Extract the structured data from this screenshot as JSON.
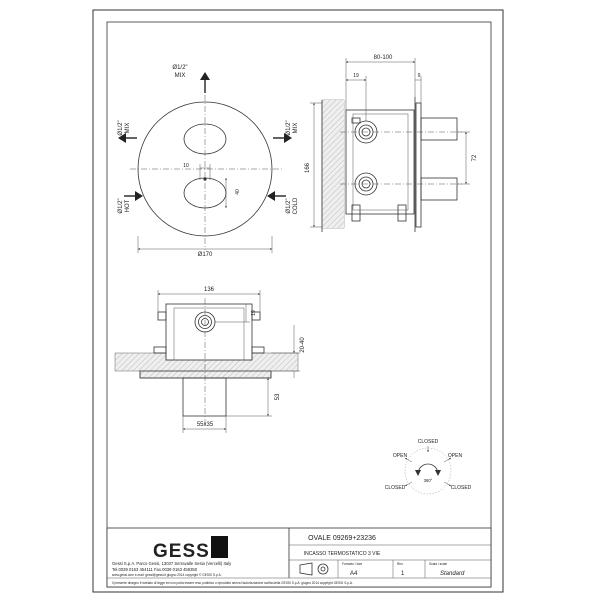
{
  "front_view": {
    "label_mix_top": [
      "Ø1/2\"",
      "MIX"
    ],
    "label_mix_left": [
      "Ø1/2\"",
      "MIX"
    ],
    "label_mix_right": [
      "Ø1/2\"",
      "MIX"
    ],
    "label_hot": [
      "Ø1/2\"",
      "HOT"
    ],
    "label_cold": [
      "Ø1/2\"",
      "COLD"
    ],
    "dim_10": "10",
    "dim_40": "40",
    "dim_diameter": "Ø170"
  },
  "side_view": {
    "dim_depth": "80-100",
    "dim_19": "19",
    "dim_9": "9",
    "dim_166": "166",
    "dim_72": "72"
  },
  "top_view": {
    "dim_136": "136",
    "dim_19": "19",
    "dim_wall": "20-40",
    "dim_53": "53",
    "dim_spout": "55x35"
  },
  "rotation": {
    "closed_top": "CLOSED",
    "open_left": "OPEN",
    "open_right": "OPEN",
    "closed_left": "CLOSED",
    "closed_right": "CLOSED",
    "degrees": "360°"
  },
  "title_block": {
    "logo": "GESSI",
    "product": "OVALE  09269+23236",
    "description": "INCASSO TERMOSTATICO 3 VIE",
    "company_line": "Gessi S.p.A. Parco Gessi, 13037 Serravalle Sesia (Vercelli) Italy",
    "contact_line": "Tel.0039  0163  454111  Fax.0039  0163  459350",
    "web_line": "www.gessi.com   e-mail: gessi@gessi.it   giugno  2014   copyright © GESSI S.p.A.",
    "format_label": "Formato / size",
    "format_value": "A4",
    "rev_label": "Rev.",
    "rev_value": "1",
    "scale_label": "Scala / scale",
    "scale_value": "Standard",
    "footer_note": "Il presente disegno è tutelato di legge ed non potrà essere reso pubblico o riprodotto senza l'autorizzazione scritta della GESSI S.p.A.  giugno 2014  copyright GESSI S.p.A."
  }
}
